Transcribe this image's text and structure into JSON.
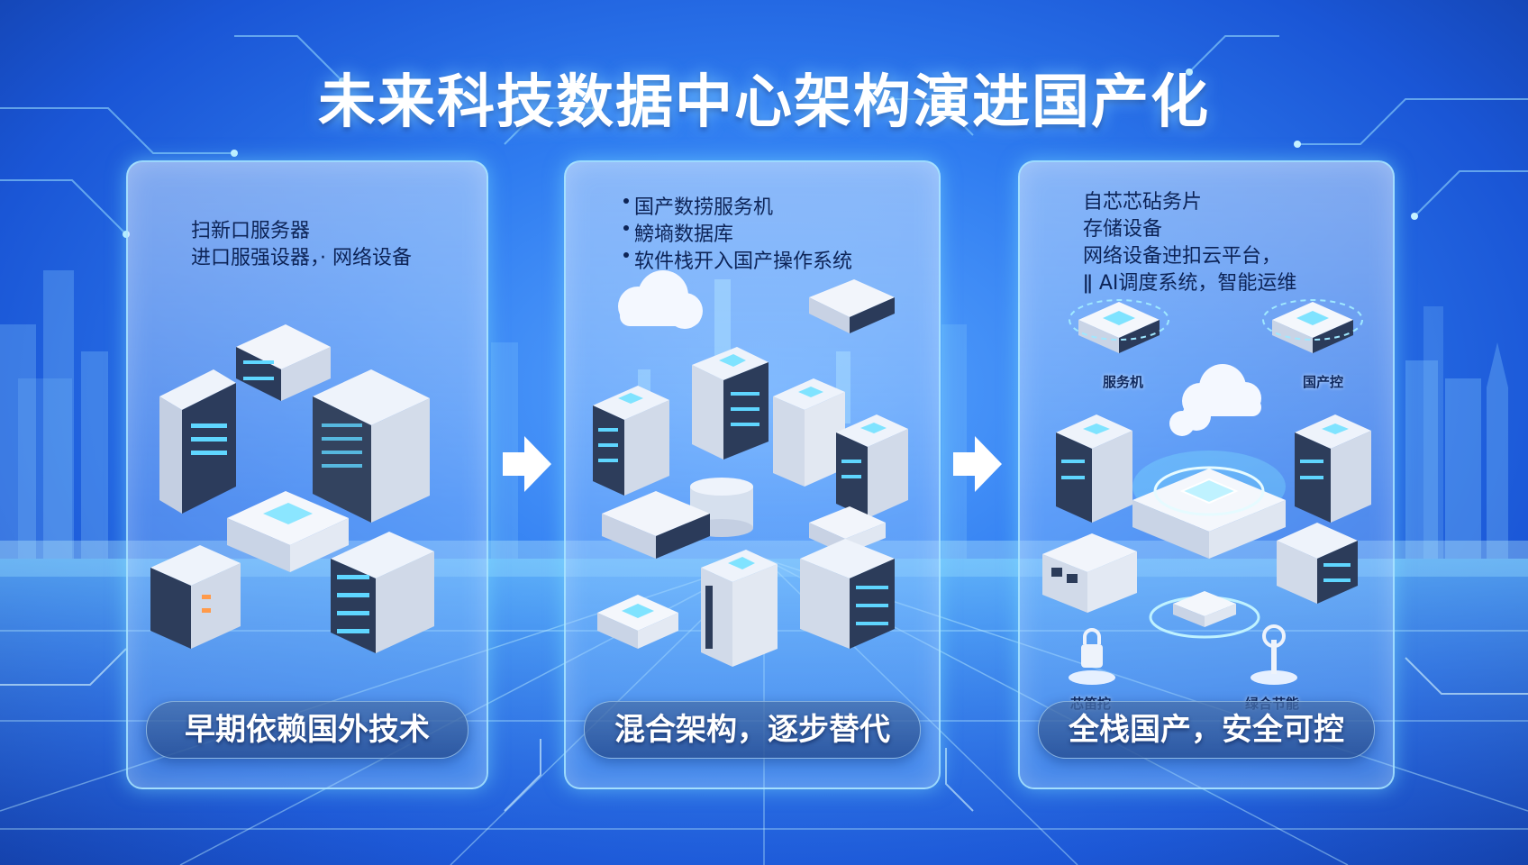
{
  "title": "未来科技数据中心架构演进国产化",
  "panels": [
    {
      "lines": [
        "扫新口服务器",
        "进口服强设器，· 网络设备"
      ],
      "caption": "早期依赖国外技术"
    },
    {
      "lines": [
        "国产数捞服务机",
        "鰟墒数据库",
        "软件栈开入国产操作系统"
      ],
      "caption": "混合架构，逐步替代"
    },
    {
      "lines": [
        "自芯芯砧务片",
        "存储设备",
        "网络设备迚扣云平台，",
        "ǁ AI调度系统，智能运维"
      ],
      "node_labels": [
        "服务机",
        "国产控",
        "芯笛拕",
        "绿合节能"
      ],
      "caption": "全栈国产，安全可控"
    }
  ],
  "colors": {
    "accent": "#7fe3ff",
    "panel_border": "#aae6ff",
    "caption_bg": "#2f5aa0",
    "title": "#ffffff"
  }
}
